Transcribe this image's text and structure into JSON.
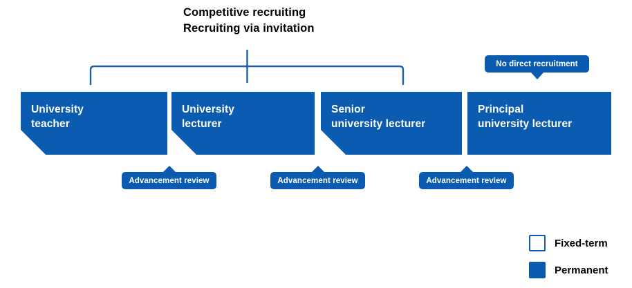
{
  "colors": {
    "brand_blue": "#0B5CB0",
    "bracket_blue": "#1A5FA8",
    "text_dark": "#000000",
    "white": "#FFFFFF"
  },
  "header": {
    "line1": "Competitive recruiting",
    "line2": "Recruiting via invitation"
  },
  "stages": [
    {
      "label": "University\nteacher",
      "has_fixed_term_corner": true
    },
    {
      "label": "University\nlecturer",
      "has_fixed_term_corner": true
    },
    {
      "label": "Senior\nuniversity lecturer",
      "has_fixed_term_corner": true
    },
    {
      "label": "Principal\nuniversity lecturer",
      "has_fixed_term_corner": false
    }
  ],
  "callouts": {
    "no_direct_recruitment": "No direct recruitment",
    "advancement_reviews": [
      "Advancement review",
      "Advancement review",
      "Advancement review"
    ]
  },
  "legend": {
    "items": [
      {
        "label": "Fixed-term",
        "swatch": "outline-blue"
      },
      {
        "label": "Permanent",
        "swatch": "solid-blue"
      }
    ]
  }
}
